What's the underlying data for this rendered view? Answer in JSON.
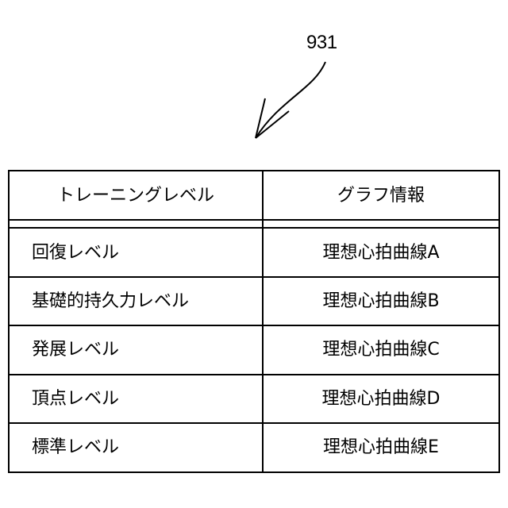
{
  "reference_numeral": "931",
  "table": {
    "headers": {
      "training_level": "トレーニングレベル",
      "graph_info": "グラフ情報"
    },
    "rows": [
      {
        "level": "回復レベル",
        "graph": "理想心拍曲線A"
      },
      {
        "level": "基礎的持久力レベル",
        "graph": "理想心拍曲線B"
      },
      {
        "level": "発展レベル",
        "graph": "理想心拍曲線C"
      },
      {
        "level": "頂点レベル",
        "graph": "理想心拍曲線D"
      },
      {
        "level": "標準レベル",
        "graph": "理想心拍曲線E"
      }
    ]
  }
}
